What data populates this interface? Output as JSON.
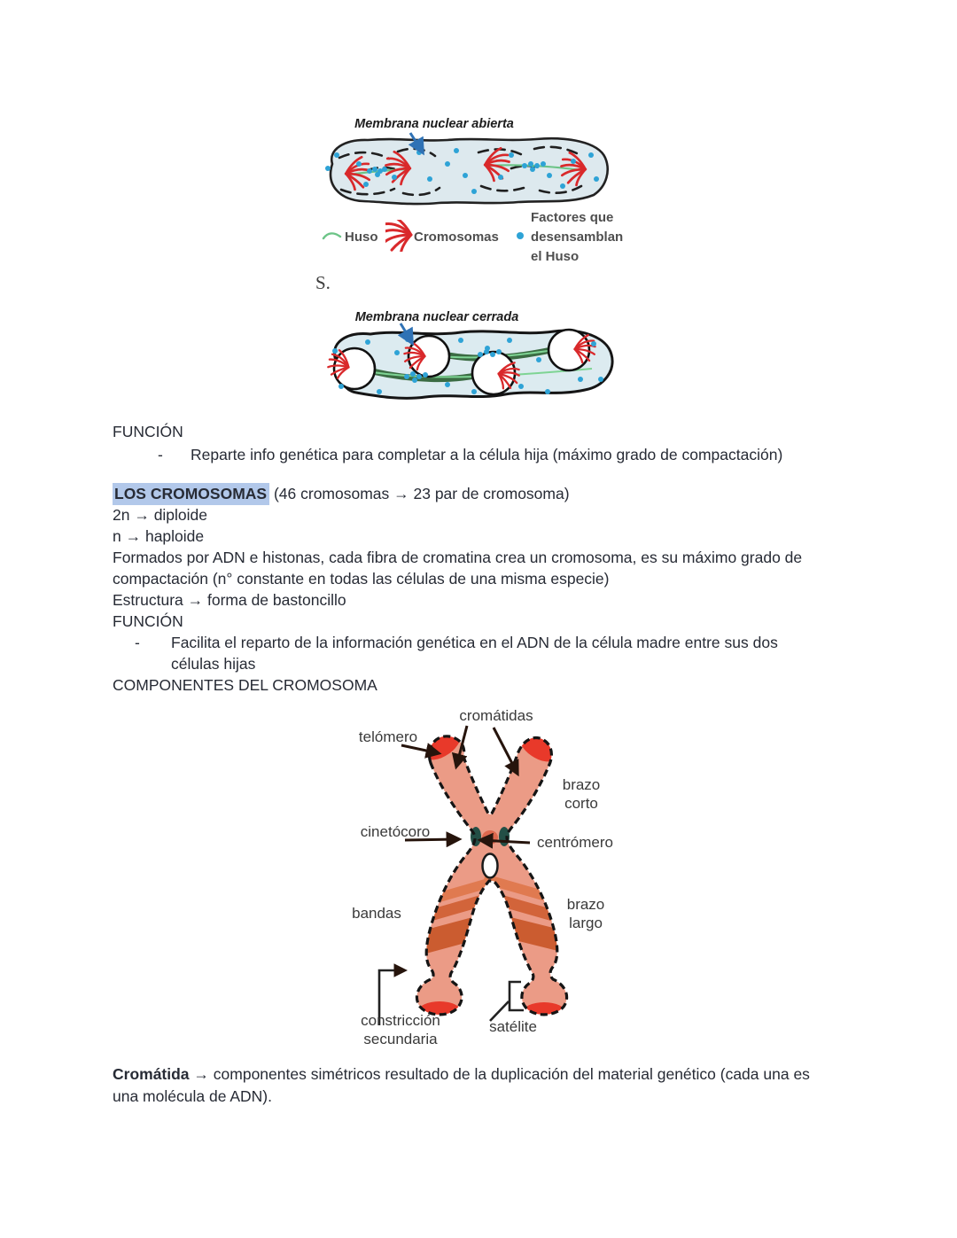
{
  "figure_open": {
    "title": "Membrana nuclear abierta",
    "legend": {
      "huso": "Huso",
      "cromosomas": "Cromosomas",
      "factores": [
        "Factores que",
        "desensamblan",
        "el Huso"
      ]
    }
  },
  "section_marker": "S.",
  "figure_closed": {
    "title": "Membrana nuclear cerrada"
  },
  "notes": {
    "funcion_heading_1": "FUNCIÓN",
    "bullet_dash": "-",
    "funcion_item_1": "Reparte info genética para completar a la célula hija (máximo grado de compactación)",
    "cromosomas_title": "LOS CROMOSOMAS",
    "cromosomas_title_rest": " (46 cromosomas → 23 par de cromosoma)",
    "line_2n": "2n → diploide",
    "line_n": "n → haploide",
    "formados_line1": "Formados por ADN e histonas, cada fibra de cromatina crea un cromosoma, es su máximo grado de",
    "formados_line2": "compactación (n° constante en todas las células de una misma especie)",
    "estructura": "Estructura → forma de bastoncillo",
    "funcion_heading_2": "FUNCIÓN",
    "funcion_item_2a": "Facilita el reparto de la información genética en el ADN de la célula madre entre sus dos",
    "funcion_item_2b": "células hijas",
    "componentes_heading": "COMPONENTES DEL CROMOSOMA"
  },
  "chromosome_labels": {
    "cromatidas": "cromátidas",
    "telomero": "telómero",
    "brazo_corto": "brazo corto",
    "cinetocoro": "cinetócoro",
    "centromero": "centrómero",
    "bandas": "bandas",
    "brazo_largo": "brazo largo",
    "constriccion": "constricción secundaria",
    "satelite": "satélite"
  },
  "footer": {
    "term": "Cromátida",
    "line1_rest": " →  componentes simétricos resultado de la duplicación del material genético (cada una es",
    "line2": "una molécula de ADN)."
  },
  "colors": {
    "highlight_blue": "#b2c8ea",
    "body_text": "#272b35",
    "cell_fill": "#dde9ee",
    "spindle_green": "#6cc487",
    "dark_spindle_green": "#2c6134",
    "chromosome_red": "#d9292b",
    "dot_blue": "#2ea3d6",
    "chromatid_salmon": "#eb9b86",
    "band_orange": "#cf6434",
    "tip_red": "#e8392a",
    "kinetochore_teal": "#234f46",
    "label_gray": "#3a3a3a",
    "arrow_blue": "#2f72b5"
  }
}
